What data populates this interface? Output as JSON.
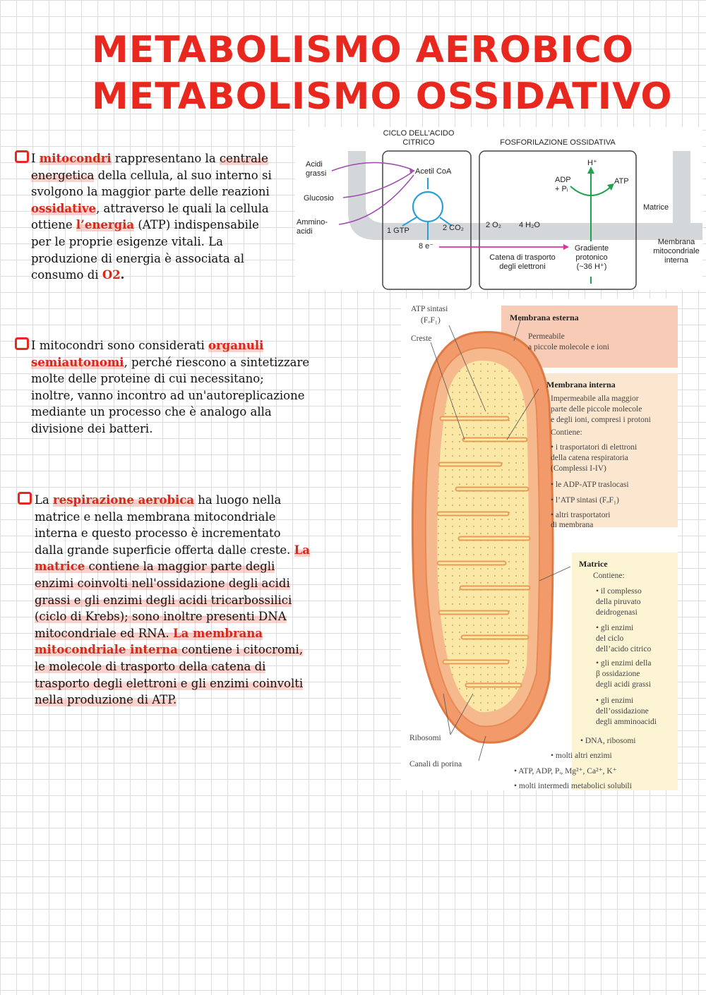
{
  "title": {
    "line1": "METABOLISMO AEROBICO",
    "line2": "METABOLISMO OSSIDATIVO"
  },
  "para1": {
    "t1": "I ",
    "k1": "mitocondri",
    "t2": " rappresentano la ",
    "t3": "centrale energetica",
    "t4": " della cellula, al suo interno si svolgono la maggior parte delle reazioni ",
    "k2": "ossidative",
    "t5": ", attraverso le quali la cellula ottiene ",
    "k3": "l’energia",
    "t6": " (ATP) indispensabile per le proprie esigenze vitali. La produzione di energia è associata al consumo di ",
    "k4": "O2",
    "t7": "."
  },
  "para2": {
    "t1": "I mitocondri sono considerati ",
    "k1": "organuli semiautonomi",
    "t2": ", perché riescono a sintetizzare molte delle proteine di cui necessitano; inoltre, vanno incontro ad un'autoreplicazione mediante un processo che è analogo alla divisione dei batteri."
  },
  "para3": {
    "t1": "La ",
    "k1": "respirazione aerobica",
    "t2": " ha luogo nella matrice e nella membrana mitocondriale interna e questo processo è incrementato dalla grande superficie offerta dalle creste. ",
    "k2": "La matrice",
    "t3": " contiene la maggior parte degli enzimi coinvolti nell'ossidazione degli acidi grassi e gli enzimi degli acidi tricarbossilici (ciclo di Krebs); sono inoltre presenti DNA mitocondriale ed RNA. ",
    "k3": "La membrana mitocondriale interna",
    "t4": " contiene i citocromi, le molecole di trasporto della catena di trasporto degli elettroni e gli enzimi coinvolti nella produzione di ATP."
  },
  "fig1": {
    "ciclo": [
      "CICLO DELL’ACIDO",
      "CITRICO"
    ],
    "fosforilazione": "FOSFORILAZIONE OSSIDATIVA",
    "acidi_grassi": [
      "Acidi",
      "grassi"
    ],
    "glucosio": "Glucosio",
    "amminoacidi": [
      "Ammino-",
      "acidi"
    ],
    "acetil": "Acetil CoA",
    "gtp": "1 GTP",
    "co2": "2 CO₂",
    "elettroni": "8 e⁻",
    "o2": "2 O₂",
    "h2o": "4 H₂O",
    "hplus": "H⁺",
    "adp": [
      "ADP",
      "+ Pᵢ"
    ],
    "atp": "ATP",
    "matrice": "Matrice",
    "membrana": [
      "Membrana",
      "mitocondriale",
      "interna"
    ],
    "catena": [
      "Catena di trasporto",
      "degli elettroni"
    ],
    "gradiente": [
      "Gradiente",
      "protonico",
      "(~36 H⁺)"
    ]
  },
  "fig2": {
    "atp_sintasi": [
      "ATP sintasi",
      "(FₒF₁)"
    ],
    "creste": "Creste",
    "ribosomi": "Ribosomi",
    "canali": "Canali di porina",
    "esterna_title": "Membrana esterna",
    "esterna_text": [
      "Permeabile",
      "a piccole molecole e ioni"
    ],
    "interna_title": "Membrana interna",
    "interna_text": [
      "Impermeabile alla maggior",
      "parte delle piccole molecole",
      "e degli ioni, compresi i protoni",
      "Contiene:"
    ],
    "interna_items": [
      [
        "• i trasportatori di elettroni",
        "  della catena respiratoria",
        "  (Complessi I-IV)"
      ],
      [
        "• le ADP-ATP traslocasi"
      ],
      [
        "• l’ATP sintasi (FₒF₁)"
      ],
      [
        "• altri trasportatori",
        "  di membrana"
      ]
    ],
    "matrice_title": "Matrice",
    "matrice_contiene": "Contiene:",
    "matrice_items": [
      [
        "• il complesso",
        "  della piruvato",
        "  deidrogenasi"
      ],
      [
        "• gli enzimi",
        "  del ciclo",
        "  dell’acido citrico"
      ],
      [
        "• gli enzimi della",
        "  β ossidazione",
        "  degli acidi grassi"
      ],
      [
        "• gli enzimi",
        "  dell’ossidazione",
        "  degli amminoacidi"
      ],
      [
        "• DNA, ribosomi"
      ],
      [
        "• molti altri enzimi"
      ],
      [
        "• ATP, ADP, Pᵢ, Mg²⁺, Ca²⁺, K⁺"
      ],
      [
        "• molti intermedi metabolici solubili"
      ]
    ]
  },
  "colors": {
    "accent": "#e8281e",
    "highlight": "#f8968c"
  }
}
